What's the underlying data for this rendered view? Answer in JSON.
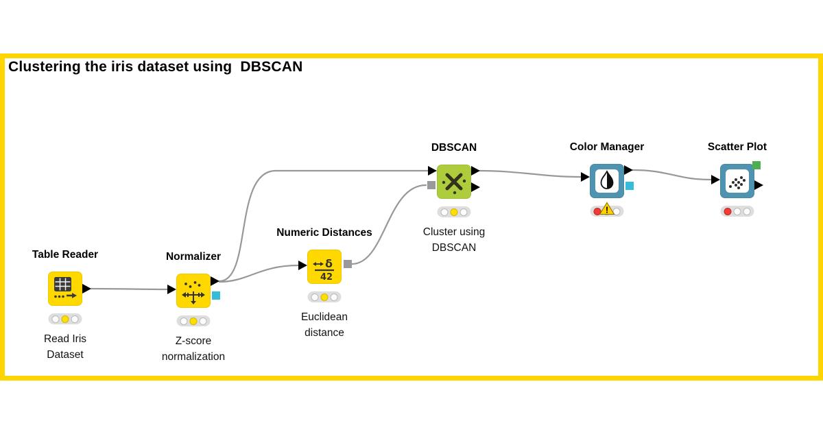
{
  "title": "Clustering the iris dataset using  DBSCAN",
  "colors": {
    "frame_yellow": "#FFD500",
    "node_yellow": "#FFD800",
    "node_green": "#AECD3C",
    "node_blue": "#4E93AF",
    "wire_gray": "#989898",
    "status_yellow": "#FFE000",
    "status_red": "#F23B36",
    "port_black": "#000000",
    "port_cyan": "#35BCD9",
    "port_gray": "#9A9A9A",
    "port_green": "#4CAF50",
    "warning_yellow": "#FFD200"
  },
  "nodes": [
    {
      "name": "table-reader",
      "label": "Table Reader",
      "caption": "Read Iris Dataset",
      "icon": "table-reader-icon",
      "status": "yellow"
    },
    {
      "name": "normalizer",
      "label": "Normalizer",
      "caption": "Z-score normalization",
      "icon": "normalizer-icon",
      "status": "yellow"
    },
    {
      "name": "numeric-distances",
      "label": "Numeric Distances",
      "caption": "Euclidean distance",
      "icon": "delta-distance-icon",
      "status": "yellow",
      "icon_glyphs": {
        "delta": "δ",
        "value": "42"
      }
    },
    {
      "name": "dbscan",
      "label": "DBSCAN",
      "caption": "Cluster using DBSCAN",
      "icon": "crossed-tools-icon",
      "status": "yellow"
    },
    {
      "name": "color-manager",
      "label": "Color Manager",
      "caption": "",
      "icon": "ink-drop-icon",
      "status": "red",
      "warning_mark": "!"
    },
    {
      "name": "scatter-plot",
      "label": "Scatter Plot",
      "caption": "",
      "icon": "scatter-dots-icon",
      "status": "red"
    }
  ],
  "connections": [
    {
      "from": "table-reader",
      "to": "normalizer"
    },
    {
      "from": "normalizer",
      "to": "dbscan"
    },
    {
      "from": "normalizer",
      "to": "numeric-distances"
    },
    {
      "from": "numeric-distances",
      "to": "dbscan"
    },
    {
      "from": "dbscan",
      "to": "color-manager"
    },
    {
      "from": "color-manager",
      "to": "scatter-plot"
    }
  ]
}
